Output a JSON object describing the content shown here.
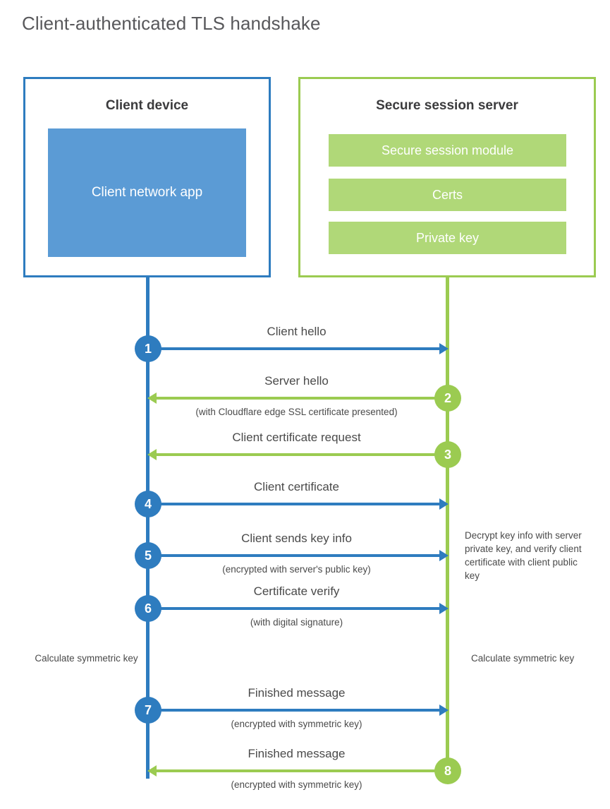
{
  "title": "Client-authenticated TLS handshake",
  "colors": {
    "client_blue": "#2e7cbf",
    "client_app_blue": "#5b9bd5",
    "server_green": "#9bcb51",
    "server_module_green": "#b0d878",
    "title_gray": "#58585b",
    "text_gray": "#4a4a4a"
  },
  "actors": {
    "client": {
      "title": "Client device",
      "app_label": "Client network app"
    },
    "server": {
      "title": "Secure session server",
      "modules": [
        {
          "label": "Secure session module"
        },
        {
          "label": "Certs"
        },
        {
          "label": "Private key"
        }
      ]
    }
  },
  "steps": [
    {
      "number": "1",
      "label": "Client hello",
      "sublabel": "",
      "direction": "client-to-server",
      "origin": "client"
    },
    {
      "number": "2",
      "label": "Server hello",
      "sublabel": "(with Cloudflare edge SSL certificate presented)",
      "direction": "server-to-client",
      "origin": "server"
    },
    {
      "number": "3",
      "label": "Client certificate request",
      "sublabel": "",
      "direction": "server-to-client",
      "origin": "server"
    },
    {
      "number": "4",
      "label": "Client certificate",
      "sublabel": "",
      "direction": "client-to-server",
      "origin": "client"
    },
    {
      "number": "5",
      "label": "Client sends key info",
      "sublabel": "(encrypted with server's public key)",
      "direction": "client-to-server",
      "origin": "client"
    },
    {
      "number": "6",
      "label": "Certificate verify",
      "sublabel": "(with digital signature)",
      "direction": "client-to-server",
      "origin": "client"
    },
    {
      "number": "7",
      "label": "Finished message",
      "sublabel": "(encrypted with symmetric key)",
      "direction": "client-to-server",
      "origin": "client"
    },
    {
      "number": "8",
      "label": "Finished message",
      "sublabel": "(encrypted with symmetric key)",
      "direction": "server-to-client",
      "origin": "server"
    }
  ],
  "annotations": {
    "server_decrypt_note": "Decrypt key info with server private key, and verify client certificate with client public key",
    "client_calculate_note": "Calculate symmetric key",
    "server_calculate_note": "Calculate symmetric key"
  }
}
